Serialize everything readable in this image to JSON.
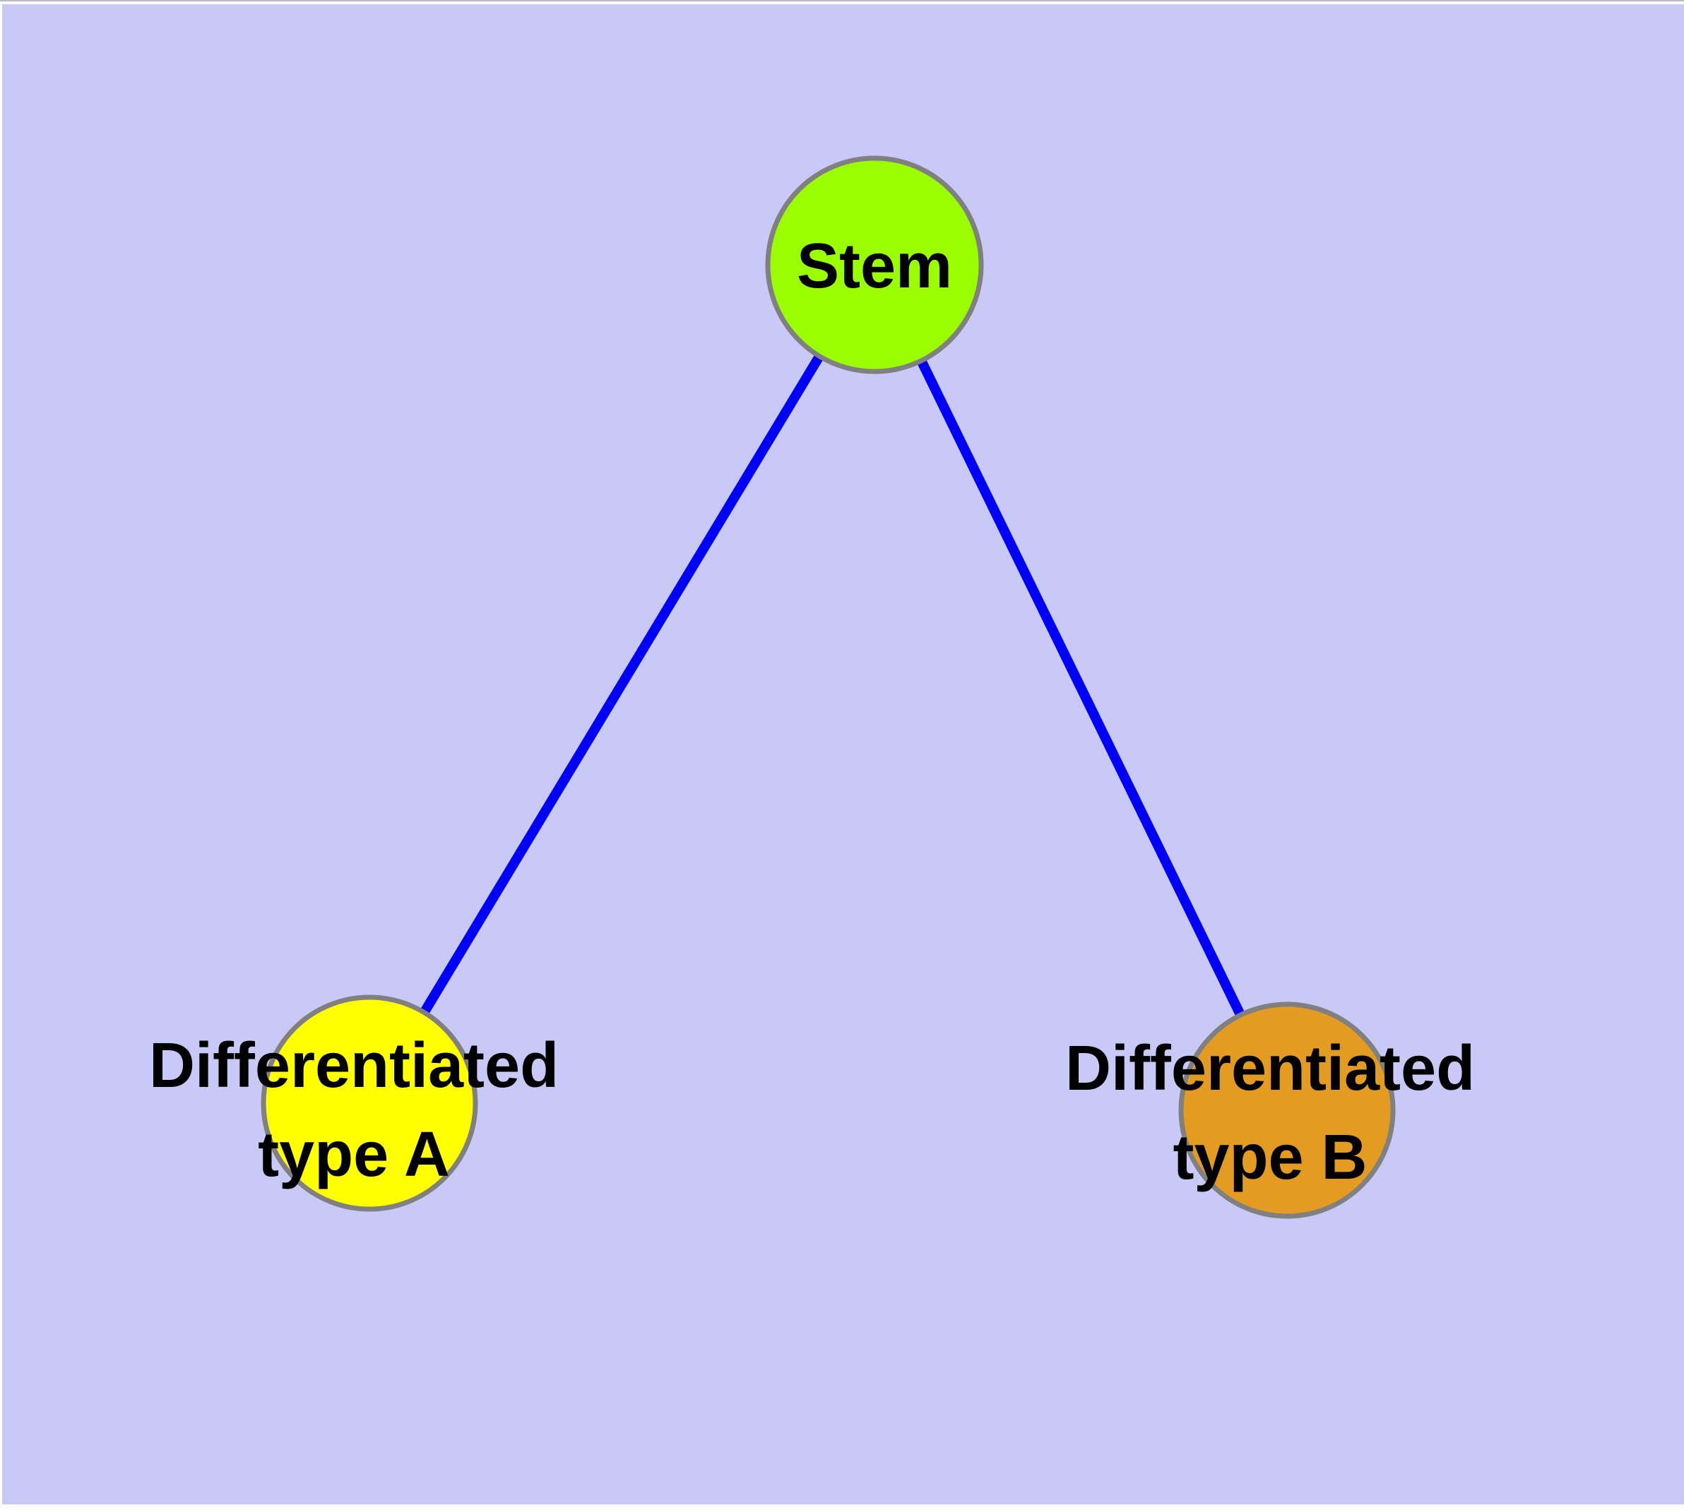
{
  "canvas": {
    "background_color": "#c9c9f8",
    "frame_color": "#ffffff",
    "top_edge_line_color": "#b9bac4"
  },
  "graph": {
    "type": "node-link-diagram",
    "nodes": [
      {
        "id": "stem",
        "label": "Stem",
        "fill": "#9bfe00",
        "border": "#808080"
      },
      {
        "id": "differentiated-type-a",
        "label": "Differentiated\ntype A",
        "fill": "#ffff00",
        "border": "#808080"
      },
      {
        "id": "differentiated-type-b",
        "label": "Differentiated\ntype B",
        "fill": "#e49b21",
        "border": "#808080"
      }
    ],
    "edges": [
      {
        "from": "stem",
        "to": "differentiated-type-a",
        "color": "#0000fa"
      },
      {
        "from": "stem",
        "to": "differentiated-type-b",
        "color": "#0000fa"
      }
    ]
  }
}
